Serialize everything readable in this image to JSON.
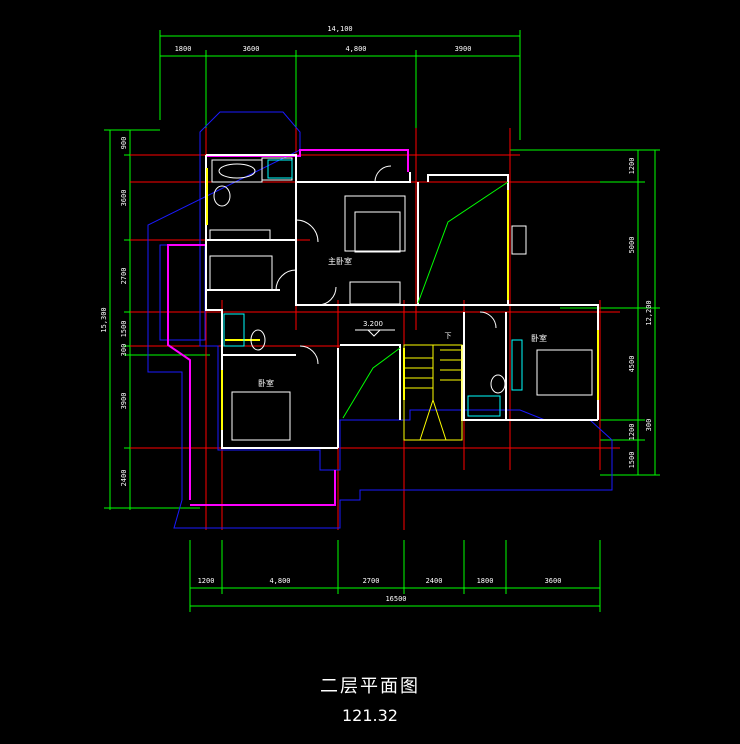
{
  "title": "二层平面图",
  "area": "121.32",
  "dims": {
    "top_total": "14,100",
    "top": [
      "1800",
      "3600",
      "4,800",
      "3900"
    ],
    "bottom": [
      "1200",
      "4,800",
      "2700",
      "2400",
      "1800",
      "3600"
    ],
    "bottom_total": "16500",
    "left_total": "15,300",
    "left": [
      "900",
      "3600",
      "2700",
      "1500",
      "300",
      "3900",
      "2400"
    ],
    "right_total": "12,200",
    "right": [
      "1200",
      "5000",
      "4500",
      "300",
      "1200",
      "1500"
    ]
  },
  "rooms": {
    "master_bedroom": "主卧室",
    "bedroom_left": "卧室",
    "bedroom_right": "卧室"
  },
  "elevation": "3.200",
  "stair_mark": "下",
  "colors": {
    "background": "#000000",
    "dimension": "#00ff00",
    "axis": "#ff0000",
    "wall": "#ffffff",
    "window": "#ffff00",
    "roof": "#ff00ff",
    "eaves": "#0000ff",
    "fixture": "#00ffff"
  }
}
